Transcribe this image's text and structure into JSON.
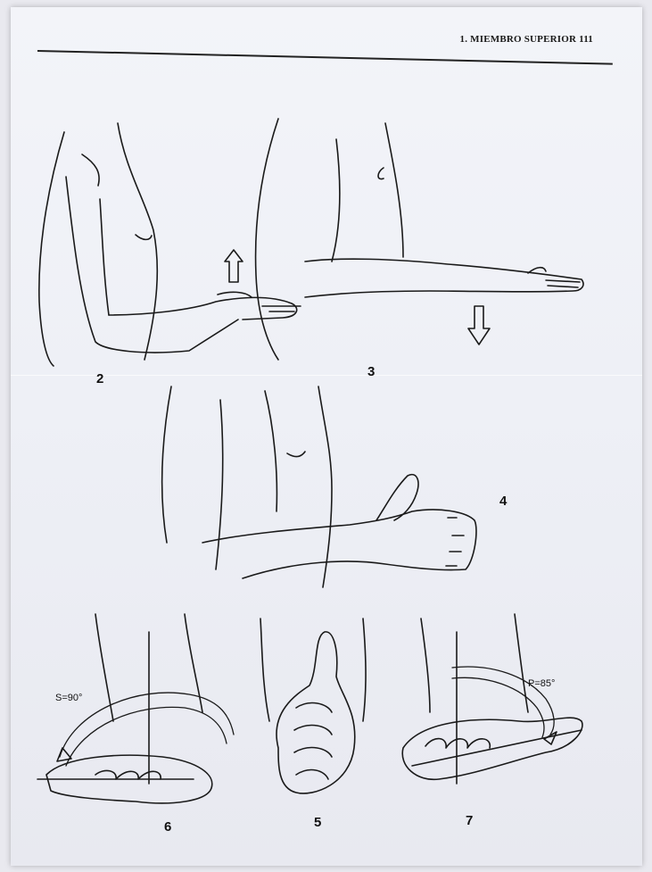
{
  "header": {
    "running_title": "1. MIEMBRO SUPERIOR  111"
  },
  "figures": [
    {
      "number": "2"
    },
    {
      "number": "3"
    },
    {
      "number": "4"
    },
    {
      "number": "5"
    },
    {
      "number": "6"
    },
    {
      "number": "7"
    }
  ],
  "angles": {
    "supination": "S=90°",
    "pronation": "P=85°"
  },
  "colors": {
    "ink": "#1a1a1a",
    "paper": "#eef0f6"
  }
}
